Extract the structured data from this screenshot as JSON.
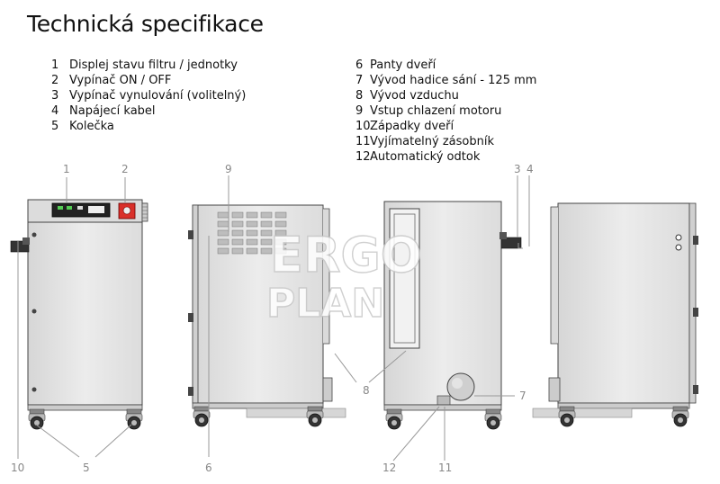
{
  "title": "Technická specifikace",
  "legend_left": [
    {
      "num": "1",
      "label": "Displej stavu filtru / jednotky"
    },
    {
      "num": "2",
      "label": "Vypínač ON / OFF"
    },
    {
      "num": "3",
      "label": "Vypínač vynulování (volitelný)"
    },
    {
      "num": "4",
      "label": "Napájecí kabel"
    },
    {
      "num": "5",
      "label": "Kolečka"
    }
  ],
  "legend_right": [
    {
      "num": "6",
      "label": "Panty dveří"
    },
    {
      "num": "7",
      "label": "Vývod hadice sání - 125 mm"
    },
    {
      "num": "8",
      "label": "Vývod vzduchu"
    },
    {
      "num": "9",
      "label": "Vstup chlazení motoru"
    },
    {
      "num": "10",
      "label": "Západky dveří"
    },
    {
      "num": "11",
      "label": "Vyjímatelný zásobník"
    },
    {
      "num": "12",
      "label": "Automatický odtok"
    }
  ],
  "callouts": {
    "c1": "1",
    "c2": "2",
    "c3": "3",
    "c4": "4",
    "c5": "5",
    "c6": "6",
    "c7": "7",
    "c8": "8",
    "c9": "9",
    "c10": "10",
    "c11": "11",
    "c12": "12"
  },
  "watermark": {
    "line1": "ERGO",
    "line2": "PLAN"
  },
  "colors": {
    "body": "#e6e6e6",
    "outline": "#444444",
    "accent_red": "#d9302a",
    "callout": "#888888"
  }
}
